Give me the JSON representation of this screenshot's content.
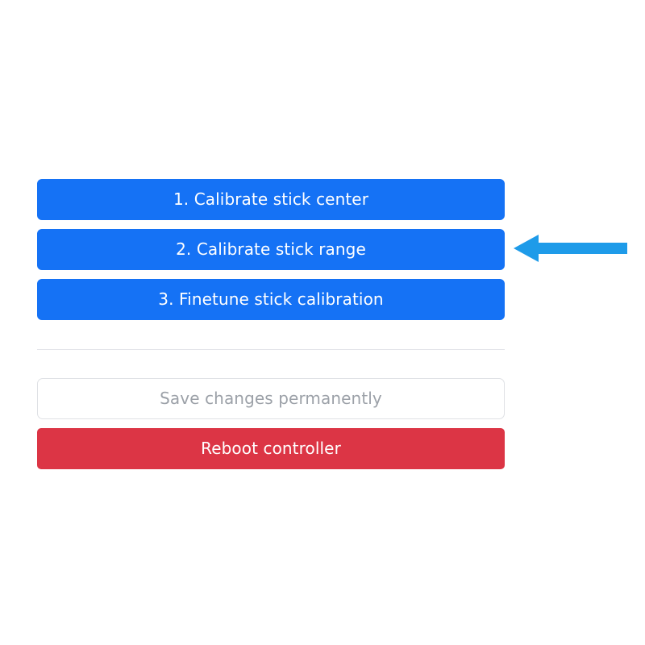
{
  "app": {
    "background_color": "#ffffff"
  },
  "theme": {
    "primary_color": "#1572f5",
    "danger_color": "#dc3545",
    "muted_text_color": "#9ca1a8",
    "border_color": "#dfe1e5",
    "divider_color": "#e4e5ea",
    "annotation_color": "#1e9be9"
  },
  "panel": {
    "calibration_steps": [
      {
        "label": "1. Calibrate stick center"
      },
      {
        "label": "2. Calibrate stick range"
      },
      {
        "label": "3. Finetune stick calibration"
      }
    ],
    "save_button": {
      "label": "Save changes permanently",
      "state": "disabled"
    },
    "reboot_button": {
      "label": "Reboot controller"
    }
  },
  "annotation": {
    "type": "arrow",
    "direction": "left",
    "points_at": "2. Calibrate stick range",
    "color": "#1e9be9"
  }
}
